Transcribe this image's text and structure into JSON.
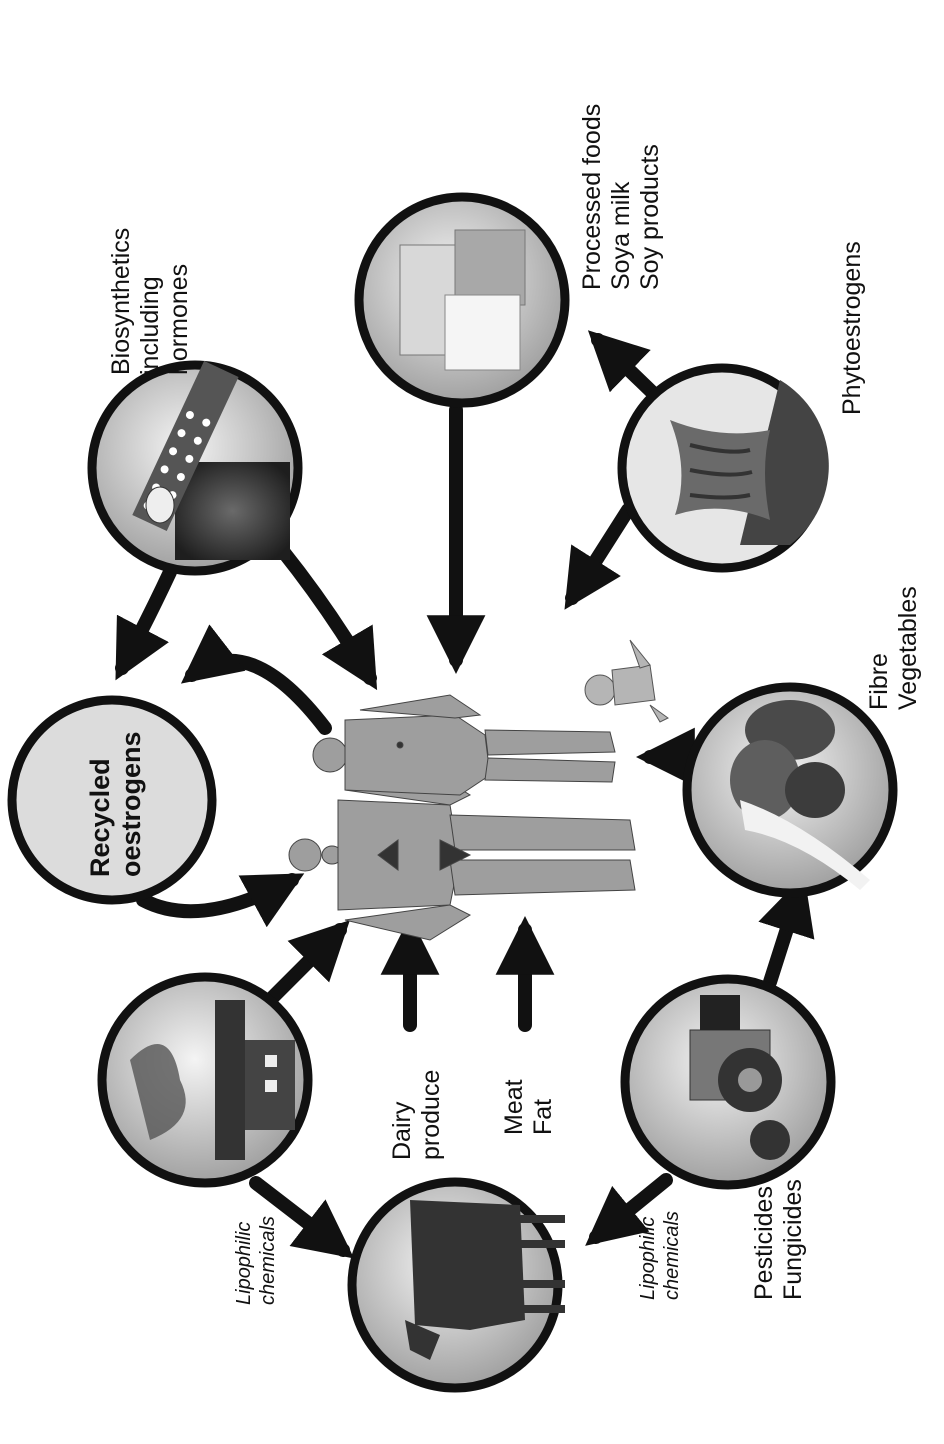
{
  "labels": {
    "recycled": [
      "Recycled",
      "oestrogens"
    ],
    "biosynthetics": [
      "Biosynthetics",
      "including",
      "hormones"
    ],
    "processed": [
      "Processed foods",
      "Soya milk",
      "Soy products"
    ],
    "phyto": [
      "Phytoestrogens"
    ],
    "fibre": [
      "Fibre",
      "Vegetables"
    ],
    "pesticides": [
      "Pesticides",
      "Fungicides"
    ],
    "lipo_bottom": [
      "Lipophilic",
      "chemicals"
    ],
    "lipo_top": [
      "Lipophilic",
      "chemicals"
    ],
    "dairy": [
      "Dairy",
      "produce"
    ],
    "meat": [
      "Meat",
      "Fat"
    ]
  },
  "icons": {
    "recycled": "recycled-oestrogens-node",
    "biosynthetics": "pill-pack-and-bottle",
    "processed": "food-cartons",
    "phyto": "soybean-plant",
    "fibre": "vegetables-basket",
    "pesticides": "tractor-sprayer",
    "cow": "cow",
    "industry": "factory-smokestack",
    "humans": "man-woman-baby-figures"
  },
  "colors": {
    "ink": "#111111",
    "disc_fill": "#dddddd",
    "figure_fill": "#9e9e9e"
  }
}
